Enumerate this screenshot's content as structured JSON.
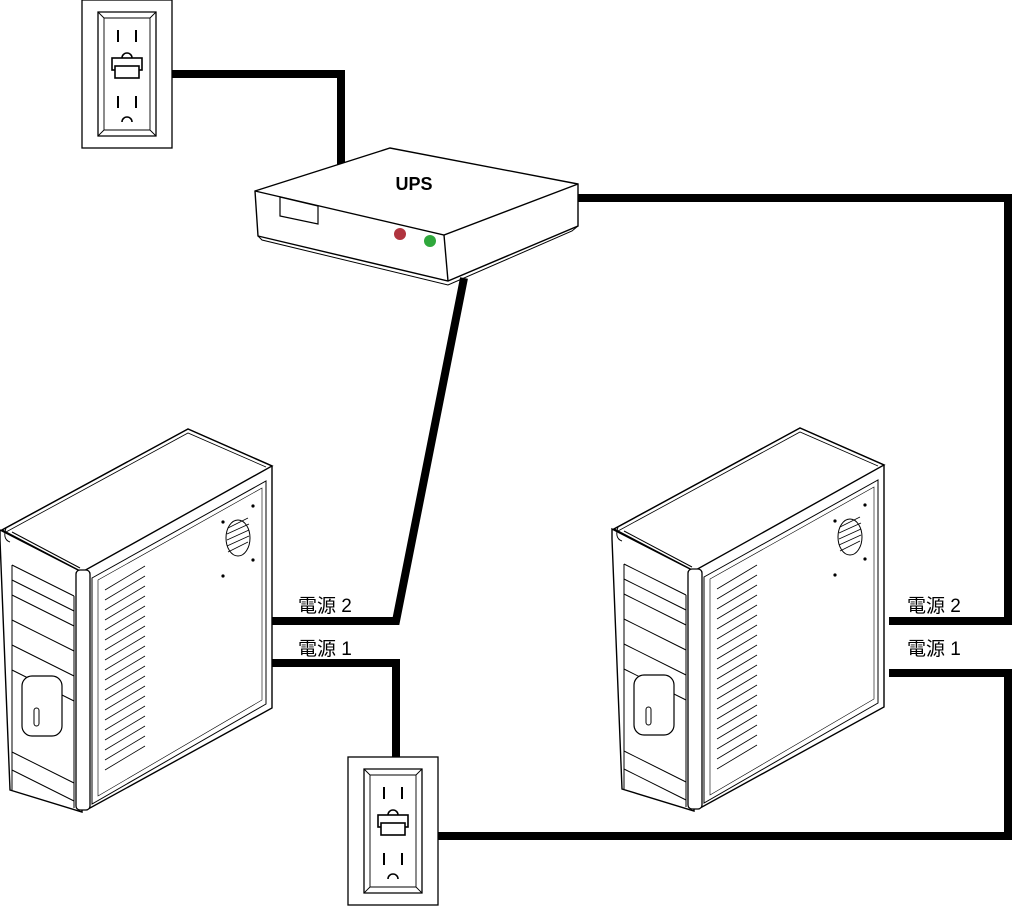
{
  "devices": {
    "ups": {
      "label": "UPS",
      "led_left_color": "#b0343f",
      "led_right_color": "#2fa83c"
    },
    "server_left": {
      "ports": {
        "psu2": "電源 2",
        "psu1": "電源 1"
      }
    },
    "server_right": {
      "ports": {
        "psu2": "電源 2",
        "psu1": "電源 1"
      }
    },
    "outlet_top": {
      "icon": "wall-outlet-icon"
    },
    "outlet_bottom": {
      "icon": "wall-outlet-icon"
    }
  },
  "connections": [
    {
      "from": "outlet_top",
      "to": "ups"
    },
    {
      "from": "ups",
      "to": "server_left.psu2"
    },
    {
      "from": "ups",
      "to": "server_right.psu2"
    },
    {
      "from": "outlet_bottom",
      "to": "server_left.psu1"
    },
    {
      "from": "outlet_bottom",
      "to": "server_right.psu1"
    }
  ]
}
